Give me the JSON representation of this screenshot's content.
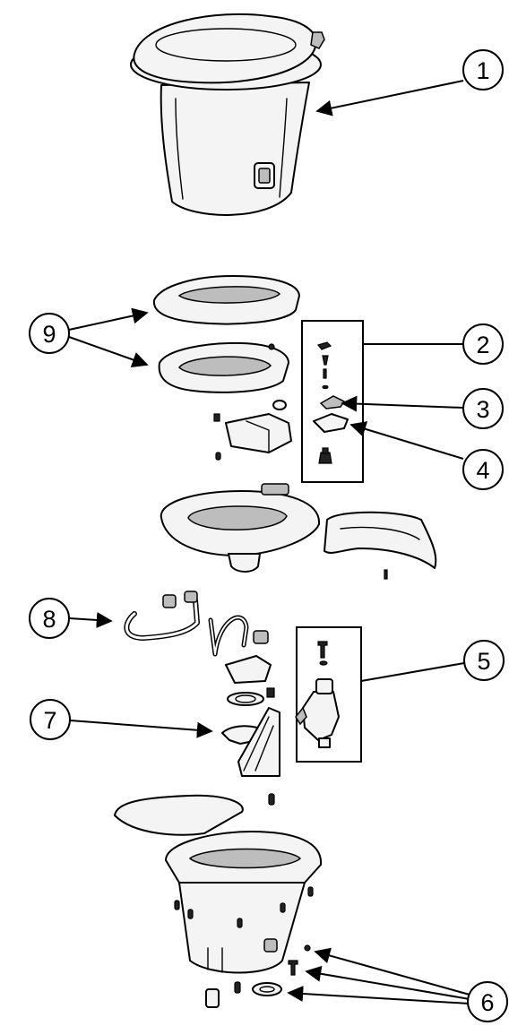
{
  "callouts": [
    {
      "id": "callout-1",
      "label": "1"
    },
    {
      "id": "callout-2",
      "label": "2"
    },
    {
      "id": "callout-3",
      "label": "3"
    },
    {
      "id": "callout-4",
      "label": "4"
    },
    {
      "id": "callout-5",
      "label": "5"
    },
    {
      "id": "callout-6",
      "label": "6"
    },
    {
      "id": "callout-7",
      "label": "7"
    },
    {
      "id": "callout-8",
      "label": "8"
    },
    {
      "id": "callout-9",
      "label": "9"
    }
  ],
  "colors": {
    "line": "#000000",
    "background": "#ffffff",
    "shade": "#bdbdbd"
  }
}
